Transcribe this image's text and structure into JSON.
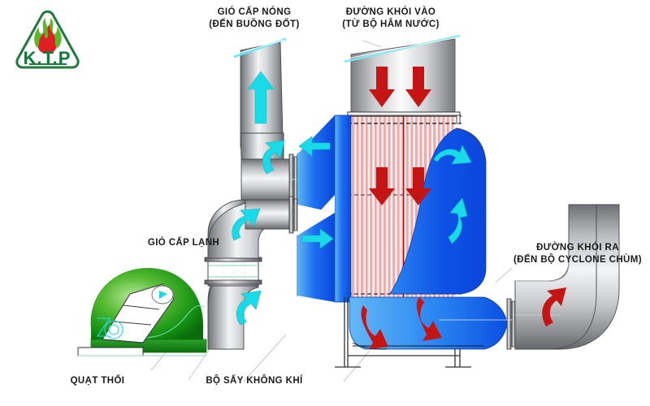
{
  "diagram": {
    "title_alt": "Air Pre-Heater Flow Diagram",
    "logo": {
      "name": "K.T.P",
      "text": "K.T.P",
      "shape": "triangle-flame",
      "border_color": "#1f7a3d",
      "flame_outer_color": "#5cb82a",
      "flame_inner_color": "#e02020"
    },
    "labels": [
      {
        "id": "hot-air-out",
        "line1": "GIÓ CẤP NÓNG",
        "line2": "(ĐẾN BUỒNG ĐỐT)"
      },
      {
        "id": "flue-gas-in",
        "line1": "ĐƯỜNG KHÓI VÀO",
        "line2": "(TỪ BỘ HÂM NƯỚC)"
      },
      {
        "id": "flue-gas-out",
        "line1": "ĐƯỜNG KHÓI RA",
        "line2": "(ĐẾN BỘ CYCLONE CHÙM)"
      },
      {
        "id": "cold-air-in",
        "line1": "GIÓ CẤP LẠNH",
        "line2": ""
      },
      {
        "id": "blower-fan",
        "line1": "QUẠT THỔI",
        "line2": ""
      },
      {
        "id": "air-heater",
        "line1": "BỘ SẤY KHÔNG KHÍ",
        "line2": ""
      }
    ],
    "colors": {
      "air_blue": "#1156e8",
      "air_blue_light": "#49a7ef",
      "gas_red": "#c41414",
      "tube_pink": "#f3a6a6",
      "arrow_cyan": "#19dbe8",
      "fan_green": "#1f9b1f",
      "duct_gray": "#8f9195",
      "steel_dark": "#3a3a3a"
    },
    "flow_arrows": [
      {
        "id": "gas-in-down-1",
        "color": "#c41414",
        "direction": "down"
      },
      {
        "id": "gas-in-down-2",
        "color": "#c41414",
        "direction": "down"
      },
      {
        "id": "gas-mid-down-1",
        "color": "#c41414",
        "direction": "down"
      },
      {
        "id": "gas-mid-down-2",
        "color": "#c41414",
        "direction": "down"
      },
      {
        "id": "gas-out-curve-1",
        "color": "#c41414",
        "direction": "curve-right"
      },
      {
        "id": "gas-out-curve-2",
        "color": "#c41414",
        "direction": "curve-right"
      },
      {
        "id": "gas-out-elbow",
        "color": "#c41414",
        "direction": "curve-up"
      },
      {
        "id": "air-hot-up",
        "color": "#19dbe8",
        "direction": "up"
      },
      {
        "id": "air-hot-elbow",
        "color": "#19dbe8",
        "direction": "curve-up"
      },
      {
        "id": "air-hot-left",
        "color": "#19dbe8",
        "direction": "left"
      },
      {
        "id": "air-cross-right",
        "color": "#19dbe8",
        "direction": "right"
      },
      {
        "id": "air-turn-upper",
        "color": "#19dbe8",
        "direction": "curve-up"
      },
      {
        "id": "air-turn-right",
        "color": "#19dbe8",
        "direction": "curve-up"
      },
      {
        "id": "air-duct-up-1",
        "color": "#19dbe8",
        "direction": "curve-up"
      },
      {
        "id": "air-duct-up-2",
        "color": "#19dbe8",
        "direction": "curve-up"
      }
    ],
    "components": [
      {
        "id": "inlet-hood",
        "kind": "gray-hood"
      },
      {
        "id": "tube-bundle",
        "kind": "vertical-tubes",
        "tube_count": 23
      },
      {
        "id": "upper-air-chamber",
        "kind": "blue-chamber"
      },
      {
        "id": "lower-air-chamber",
        "kind": "blue-chamber"
      },
      {
        "id": "gas-outlet-chamber",
        "kind": "blue-chamber"
      },
      {
        "id": "outlet-elbow",
        "kind": "gray-elbow"
      },
      {
        "id": "hot-air-riser",
        "kind": "gray-duct"
      },
      {
        "id": "cold-air-duct",
        "kind": "gray-s-duct"
      },
      {
        "id": "expansion-joint",
        "kind": "bellows"
      },
      {
        "id": "blower",
        "kind": "green-volute-fan"
      },
      {
        "id": "support-legs",
        "kind": "frame"
      }
    ]
  }
}
